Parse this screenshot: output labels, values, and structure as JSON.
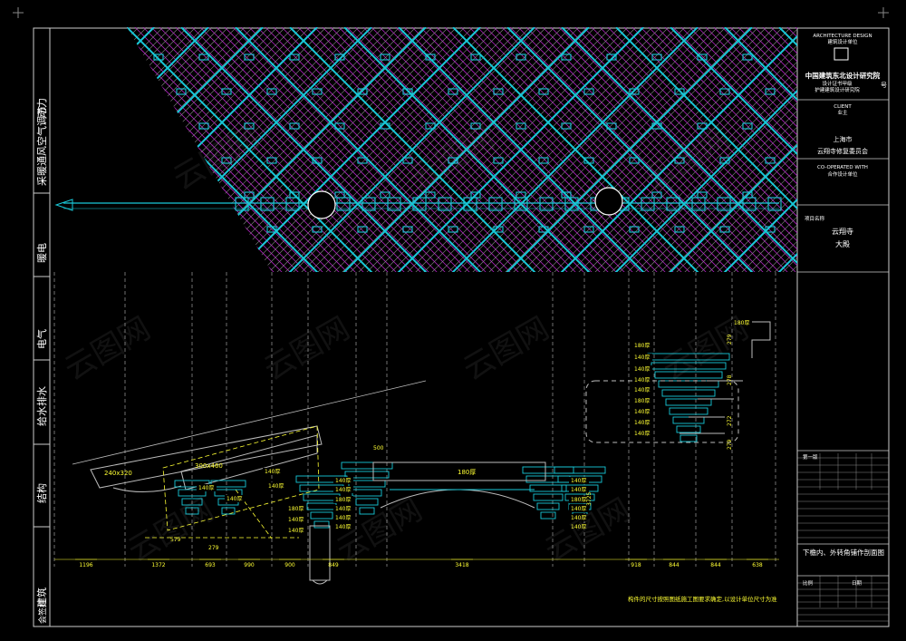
{
  "left_margin_labels": [
    "建筑",
    "结构",
    "给水排水",
    "电气",
    "暖电",
    "采暖通风空气调节",
    "动力"
  ],
  "bottom_left_label": "会签栏",
  "title_block": {
    "architecture_design_en": "ARCHITECTURE DESIGN",
    "architecture_design_cn": "建筑设计单位",
    "institute_name": "中国建筑东北设计研究院",
    "cert_line_1": "设计证书甲级",
    "cert_line_2": "护建建筑设计研究院",
    "client_en": "CLIENT",
    "client_cn": "业主",
    "client_city": "上海市",
    "client_name": "云翔寺修复委员会",
    "cooperated_en": "CO-OPERATED WITH",
    "cooperated_cn": "合作设计单位",
    "project_label": "项目名称",
    "project_name_1": "云翔寺",
    "project_name_2": "大殿",
    "revision_row": "第一版",
    "drawing_title": "下檐内、外转角铺作剖面图",
    "footer_label_1": "比例",
    "footer_label_2": "日期",
    "number_mark": "号"
  },
  "dimension_labels": {
    "bottom_row": [
      "1196",
      "1372",
      "693",
      "990",
      "900",
      "849",
      "3418",
      "918",
      "844",
      "844",
      "638"
    ],
    "thickness_tag": "140厚",
    "thickness_tag_180": "180厚",
    "beam_1": "240x320",
    "beam_2": "300x460",
    "beam_3": "180厚",
    "dim_500": "500",
    "dim_579": "579",
    "dim_279": "279",
    "dim_3725": "3725",
    "dim_279v": "279",
    "dim_278v": "278",
    "dim_272v": "272",
    "dim_279b": "279"
  },
  "note": "构件的尺寸按照图纸施工图要求确定,以设计单位尺寸为准",
  "watermark": "云图网"
}
